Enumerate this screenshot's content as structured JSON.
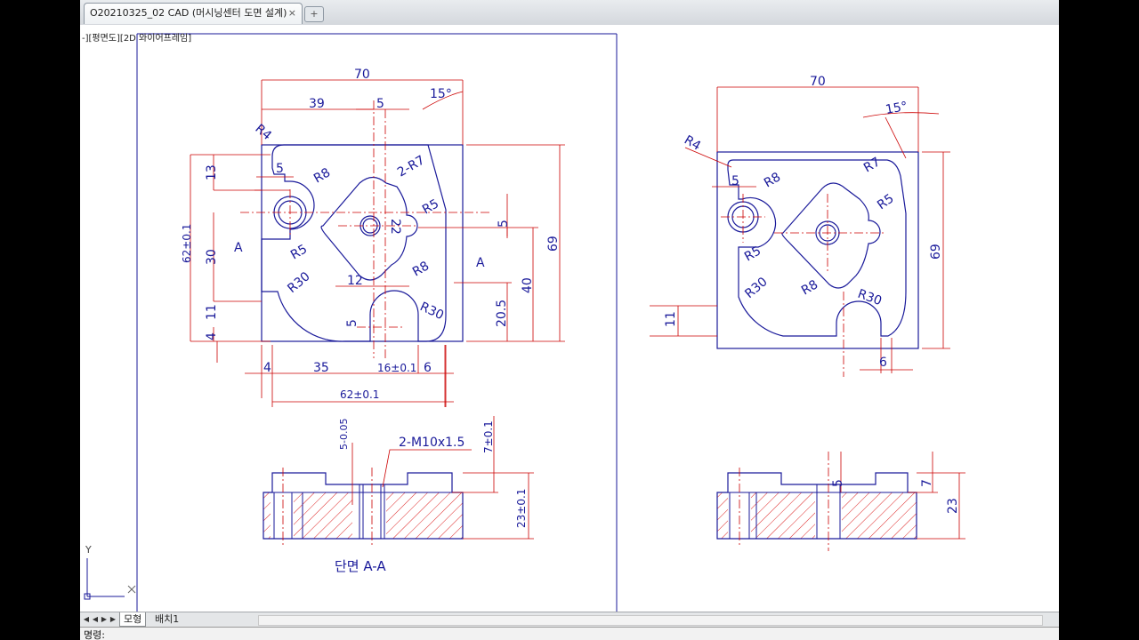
{
  "title_bar": {
    "document_tab_label": "O20210325_02 CAD (머시닝센터 도면 설계)",
    "close_glyph": "×",
    "new_tab_glyph": "+"
  },
  "viewport": {
    "label": "-][평면도][2D 와이어프레임]"
  },
  "ucs": {
    "y_label": "Y",
    "x_label": "X"
  },
  "drawing": {
    "colors": {
      "geometry": "#1a1a9a",
      "dimension": "#cc0000",
      "hatch": "#dd2222",
      "text": "#1a1a9a"
    },
    "left_plan": {
      "dims": {
        "d70": "70",
        "d39": "39",
        "d5_top": "5",
        "ang15": "15°",
        "r4": "R4",
        "r8": "R8",
        "r7": "2-R7",
        "r5a": "R5",
        "r5b": "R5",
        "r30a": "R30",
        "r30b": "R30",
        "r8b": "R8",
        "d22": "22",
        "d12": "12",
        "d5a": "5",
        "d5b": "5",
        "d5c": "5",
        "d13": "13",
        "d30": "30",
        "d11": "11",
        "d4v": "4",
        "d62v": "62±0.1",
        "d69": "69",
        "d40": "40",
        "d20_5": "20.5",
        "d4h": "4",
        "d35": "35",
        "d16": "16±0.1",
        "d6": "6",
        "d62h": "62±0.1",
        "section_mark": "A"
      }
    },
    "left_section": {
      "d5tol": "5-0.05",
      "thread": "2-M10x1.5",
      "d7": "7±0.1",
      "d23": "23±0.1",
      "caption": "단면 A-A"
    },
    "right_plan": {
      "dims": {
        "d70": "70",
        "ang15": "15°",
        "r4": "R4",
        "d5": "5",
        "r8": "R8",
        "r7": "R7",
        "r5a": "R5",
        "r5b": "R5",
        "r30a": "R30",
        "r8b": "R8",
        "r30b": "R30",
        "d69": "69",
        "d11": "11",
        "d6": "6"
      }
    },
    "right_section": {
      "d5": "5",
      "d7": "7",
      "d23": "23"
    }
  },
  "layout_tabs": {
    "model": "모형",
    "layout1": "배치1"
  },
  "command_line": {
    "prompt": "명령:"
  }
}
